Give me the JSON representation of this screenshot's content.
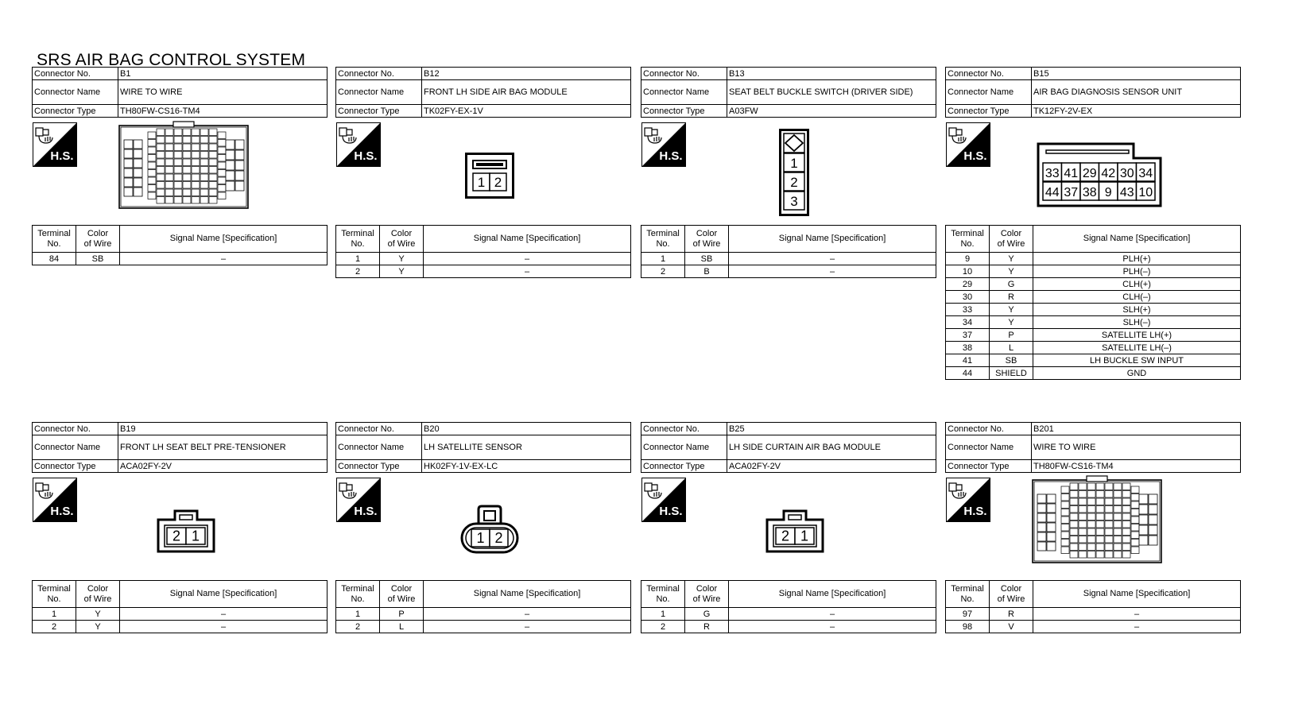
{
  "page_title": "SRS AIR BAG CONTROL SYSTEM",
  "labels": {
    "connector_no": "Connector No.",
    "connector_name": "Connector Name",
    "connector_type": "Connector Type",
    "terminal_no": "Terminal No.",
    "color_of_wire": "Color of Wire",
    "signal_name": "Signal Name [Specification]",
    "hs": "H.S."
  },
  "connectors": [
    {
      "no": "B1",
      "name": "WIRE TO WIRE",
      "type": "TH80FW-CS16-TM4",
      "terminals": [
        {
          "no": "84",
          "color": "SB",
          "signal": "–"
        }
      ]
    },
    {
      "no": "B12",
      "name": "FRONT LH SIDE AIR BAG MODULE",
      "type": "TK02FY-EX-1V",
      "pins": [
        "1",
        "2"
      ],
      "terminals": [
        {
          "no": "1",
          "color": "Y",
          "signal": "–"
        },
        {
          "no": "2",
          "color": "Y",
          "signal": "–"
        }
      ]
    },
    {
      "no": "B13",
      "name": "SEAT BELT BUCKLE SWITCH (DRIVER SIDE)",
      "type": "A03FW",
      "pins": [
        "1",
        "2",
        "3"
      ],
      "terminals": [
        {
          "no": "1",
          "color": "SB",
          "signal": "–"
        },
        {
          "no": "2",
          "color": "B",
          "signal": "–"
        }
      ]
    },
    {
      "no": "B15",
      "name": "AIR BAG DIAGNOSIS SENSOR UNIT",
      "type": "TK12FY-2V-EX",
      "pins_top": [
        "33",
        "41",
        "29",
        "42",
        "30",
        "34"
      ],
      "pins_bottom": [
        "44",
        "37",
        "38",
        "9",
        "43",
        "10"
      ],
      "terminals": [
        {
          "no": "9",
          "color": "Y",
          "signal": "PLH(+)"
        },
        {
          "no": "10",
          "color": "Y",
          "signal": "PLH(–)"
        },
        {
          "no": "29",
          "color": "G",
          "signal": "CLH(+)"
        },
        {
          "no": "30",
          "color": "R",
          "signal": "CLH(–)"
        },
        {
          "no": "33",
          "color": "Y",
          "signal": "SLH(+)"
        },
        {
          "no": "34",
          "color": "Y",
          "signal": "SLH(–)"
        },
        {
          "no": "37",
          "color": "P",
          "signal": "SATELLITE LH(+)"
        },
        {
          "no": "38",
          "color": "L",
          "signal": "SATELLITE LH(–)"
        },
        {
          "no": "41",
          "color": "SB",
          "signal": "LH BUCKLE SW INPUT"
        },
        {
          "no": "44",
          "color": "SHIELD",
          "signal": "GND"
        }
      ]
    },
    {
      "no": "B19",
      "name": "FRONT LH SEAT BELT PRE-TENSIONER",
      "type": "ACA02FY-2V",
      "pins": [
        "2",
        "1"
      ],
      "terminals": [
        {
          "no": "1",
          "color": "Y",
          "signal": "–"
        },
        {
          "no": "2",
          "color": "Y",
          "signal": "–"
        }
      ]
    },
    {
      "no": "B20",
      "name": "LH SATELLITE SENSOR",
      "type": "HK02FY-1V-EX-LC",
      "pins": [
        "1",
        "2"
      ],
      "terminals": [
        {
          "no": "1",
          "color": "P",
          "signal": "–"
        },
        {
          "no": "2",
          "color": "L",
          "signal": "–"
        }
      ]
    },
    {
      "no": "B25",
      "name": "LH SIDE CURTAIN AIR BAG MODULE",
      "type": "ACA02FY-2V",
      "pins": [
        "2",
        "1"
      ],
      "terminals": [
        {
          "no": "1",
          "color": "G",
          "signal": "–"
        },
        {
          "no": "2",
          "color": "R",
          "signal": "–"
        }
      ]
    },
    {
      "no": "B201",
      "name": "WIRE TO WIRE",
      "type": "TH80FW-CS16-TM4",
      "terminals": [
        {
          "no": "97",
          "color": "R",
          "signal": "–"
        },
        {
          "no": "98",
          "color": "V",
          "signal": "–"
        }
      ]
    }
  ]
}
